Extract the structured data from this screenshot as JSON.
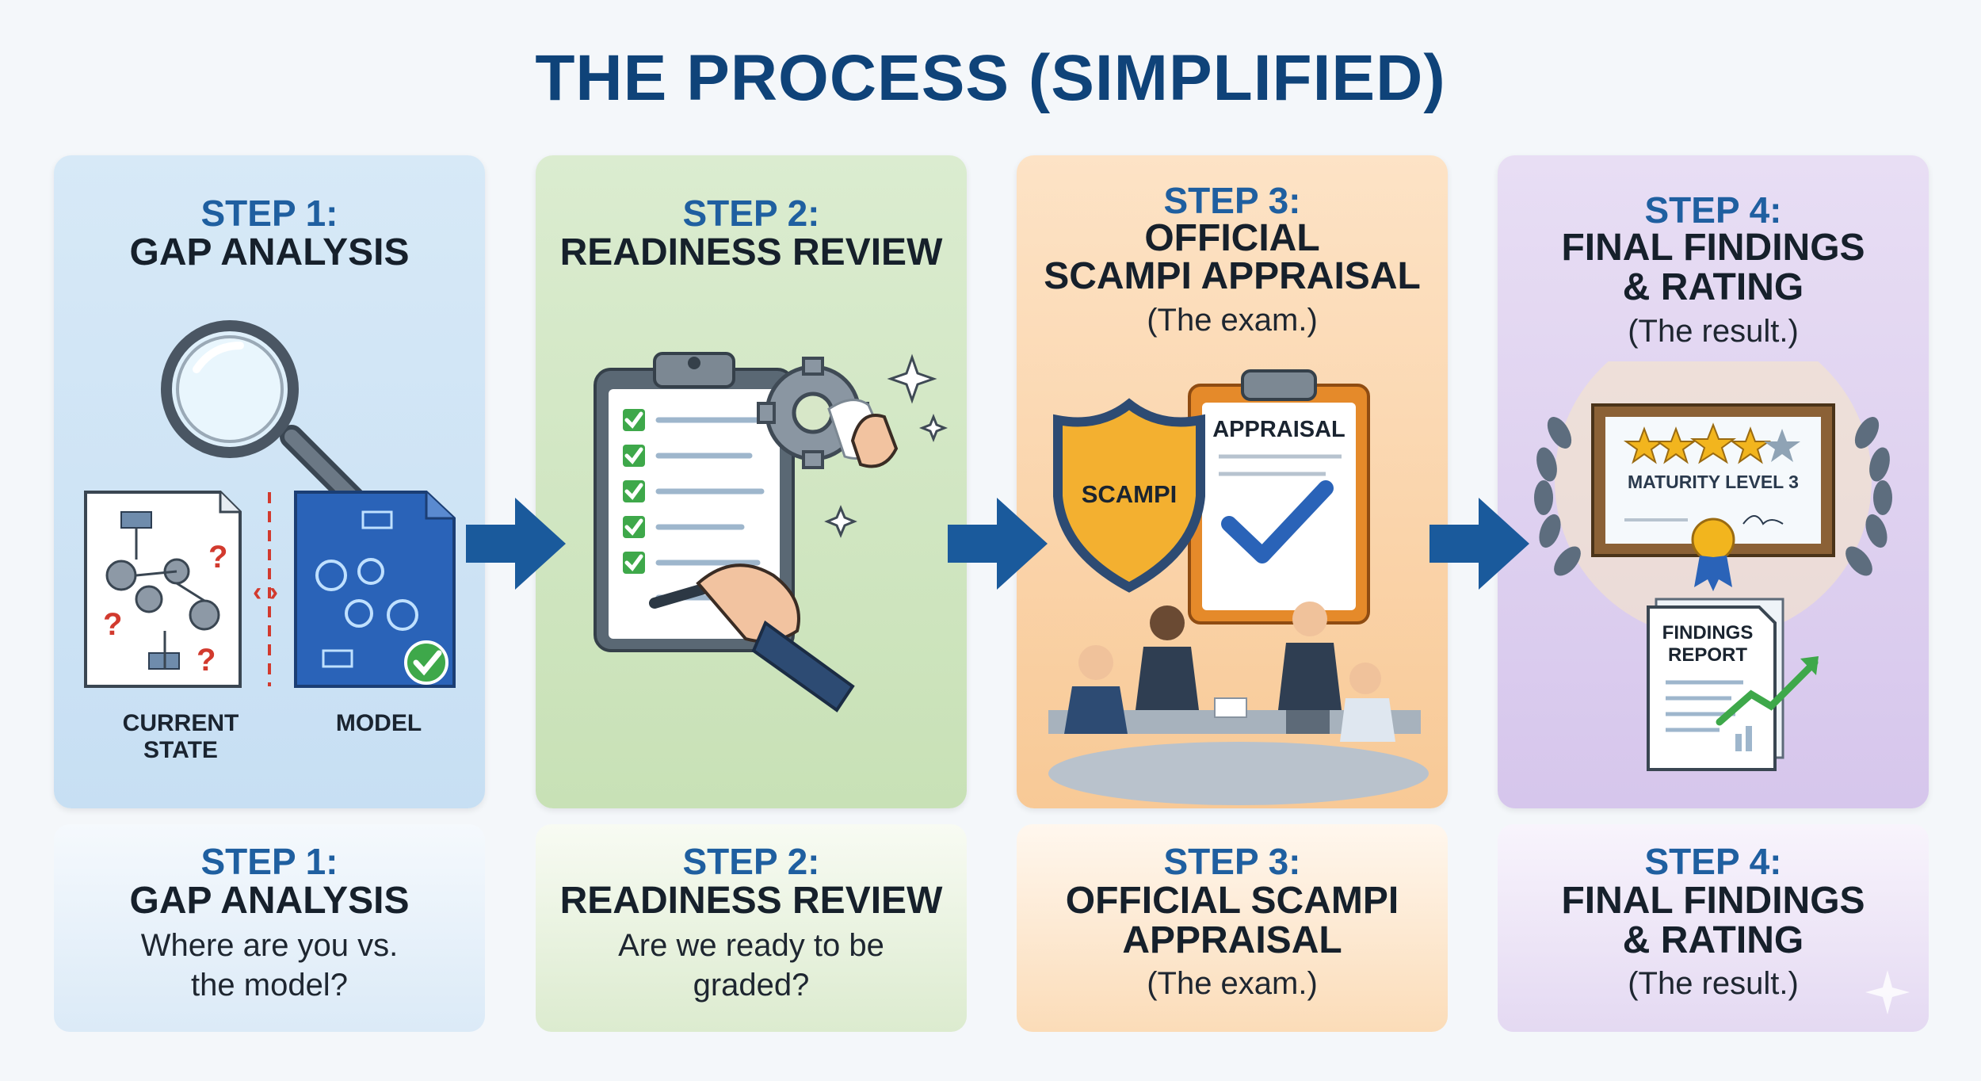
{
  "title": "THE PROCESS (SIMPLIFIED)",
  "panels": [
    {
      "step": "STEP 1:",
      "heading": "GAP ANALYSIS",
      "labels": {
        "left": "CURRENT STATE",
        "right": "MODEL"
      }
    },
    {
      "step": "STEP 2:",
      "heading": "READINESS REVIEW"
    },
    {
      "step": "STEP 3:",
      "heading_line1": "OFFICIAL",
      "heading_line2": "SCAMPI APPRAISAL",
      "sub": "(The exam.)",
      "shield_text": "SCAMPI",
      "clipboard_text": "APPRAISAL"
    },
    {
      "step": "STEP 4:",
      "heading_line1": "FINAL FINDINGS",
      "heading_line2": "& RATING",
      "sub": "(The result.)",
      "certificate_text": "MATURITY LEVEL 3",
      "report_line1": "FINDINGS",
      "report_line2": "REPORT"
    }
  ],
  "cards": [
    {
      "step": "STEP 1:",
      "heading": "GAP ANALYSIS",
      "sub_line1": "Where are you vs.",
      "sub_line2": "the model?"
    },
    {
      "step": "STEP 2:",
      "heading": "READINESS REVIEW",
      "sub_line1": "Are we ready to be",
      "sub_line2": "graded?"
    },
    {
      "step": "STEP 3:",
      "heading_line1": "OFFICIAL SCAMPI",
      "heading_line2": "APPRAISAL",
      "sub": "(The exam.)"
    },
    {
      "step": "STEP 4:",
      "heading_line1": "FINAL FINDINGS",
      "heading_line2": "& RATING",
      "sub": "(The result.)"
    }
  ],
  "colors": {
    "title": "#0f4379",
    "step": "#1f5fa0",
    "arrow": "#1a5a9c"
  },
  "icons": [
    "magnifier-icon",
    "clipboard-checklist-icon",
    "gear-icon",
    "shield-icon",
    "certificate-icon",
    "laurel-icon",
    "report-icon",
    "arrow-right-icon"
  ]
}
